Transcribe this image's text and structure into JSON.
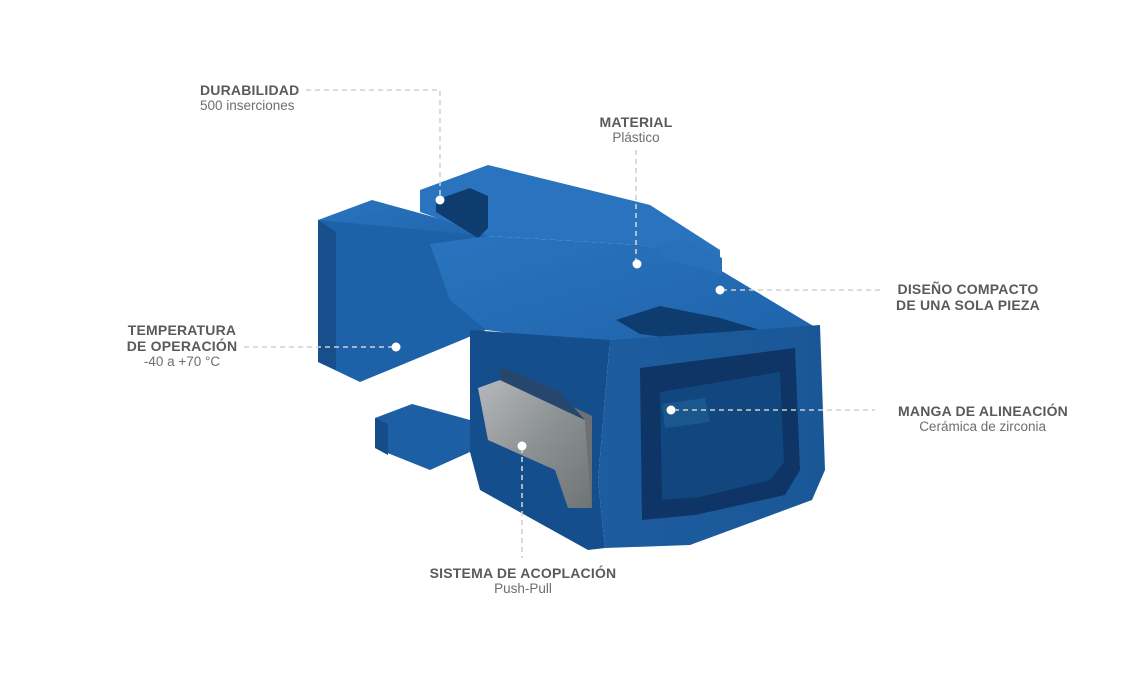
{
  "product": {
    "name": "",
    "body_color": "#1a5ea6",
    "clip_color": "#8f9396"
  },
  "leader_line_color": "#d0d0d0",
  "callouts": {
    "durabilidad": {
      "title": "DURABILIDAD",
      "sub": "500 inserciones"
    },
    "material": {
      "title": "MATERIAL",
      "sub": "Plástico"
    },
    "diseno": {
      "title1": "DISEÑO COMPACTO",
      "title2": "DE UNA SOLA PIEZA"
    },
    "temperatura": {
      "title1": "TEMPERATURA",
      "title2": "DE OPERACIÓN",
      "sub": "-40 a +70 °C"
    },
    "manga": {
      "title": "MANGA DE ALINEACIÓN",
      "sub": "Cerámica de zirconia"
    },
    "sistema": {
      "title": "SISTEMA DE ACOPLACIÓN",
      "sub": "Push-Pull"
    }
  }
}
